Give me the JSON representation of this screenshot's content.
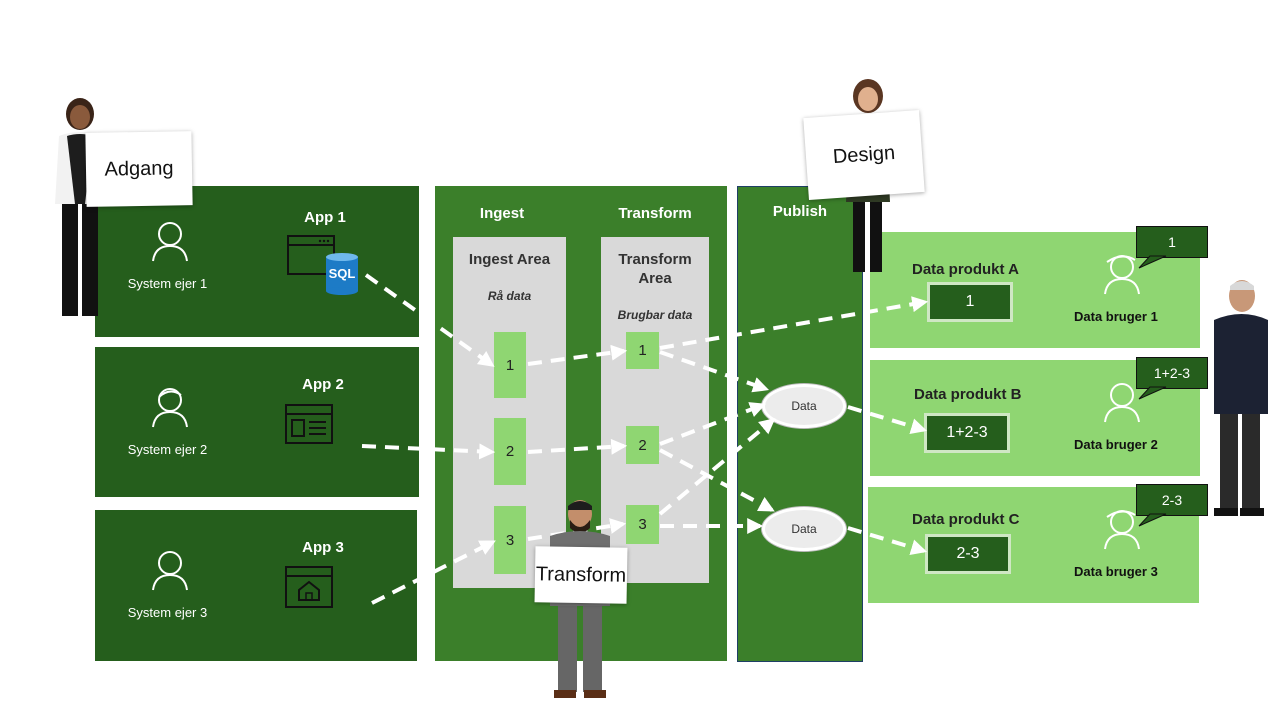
{
  "sources": {
    "app1": {
      "label": "App 1",
      "owner": "System ejer 1",
      "db_badge": "SQL"
    },
    "app2": {
      "label": "App 2",
      "owner": "System ejer 2"
    },
    "app3": {
      "label": "App 3",
      "owner": "System ejer 3"
    }
  },
  "pipeline": {
    "ingest": {
      "header": "Ingest",
      "area_title": "Ingest Area",
      "area_subtitle": "Rå data",
      "items": [
        "1",
        "2",
        "3"
      ]
    },
    "transform": {
      "header": "Transform",
      "area_title_line1": "Transform",
      "area_title_line2": "Area",
      "area_subtitle": "Brugbar data",
      "items": [
        "1",
        "2",
        "3"
      ]
    },
    "publish": {
      "header": "Publish",
      "data_nodes": [
        "Data",
        "Data"
      ]
    }
  },
  "products": [
    {
      "title": "Data produkt A",
      "value": "1",
      "user": "Data  bruger 1",
      "callout": "1"
    },
    {
      "title": "Data produkt B",
      "value": "1+2-3",
      "user": "Data  bruger 2",
      "callout": "1+2-3"
    },
    {
      "title": "Data produkt C",
      "value": "2-3",
      "user": "Data  bruger 3",
      "callout": "2-3"
    }
  ],
  "signs": {
    "adgang": "Adgang",
    "design": "Design",
    "transform": "Transform"
  },
  "colors": {
    "dark_green": "#255e1c",
    "mid_green": "#3b7f2a",
    "light_green": "#8fd672",
    "area_gray": "#d9d9d9"
  }
}
